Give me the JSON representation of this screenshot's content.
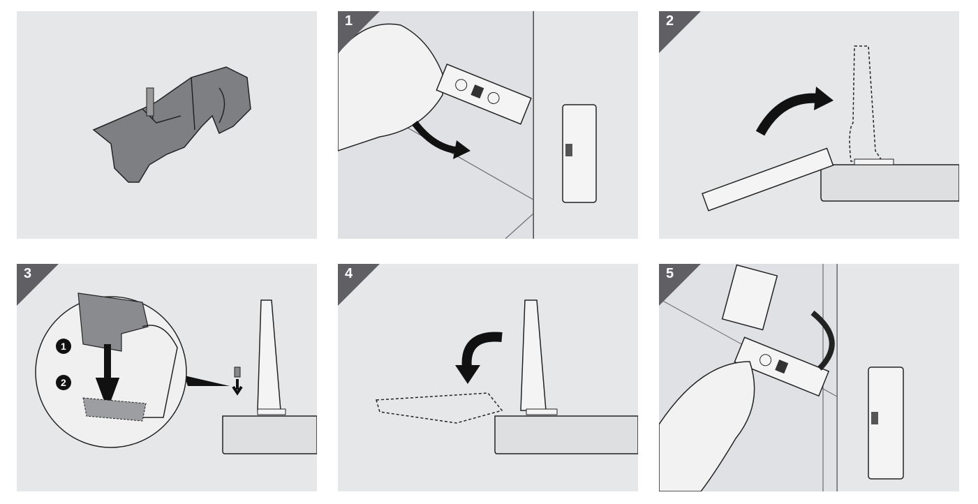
{
  "steps": [
    {
      "number": "",
      "description_icon": "hinge-clip-part"
    },
    {
      "number": "1",
      "description_icon": "hand-unclip-hinge"
    },
    {
      "number": "2",
      "description_icon": "hinge-rotate-up"
    },
    {
      "number": "3",
      "description_icon": "clip-insert-detail"
    },
    {
      "number": "4",
      "description_icon": "hinge-rotate-down"
    },
    {
      "number": "5",
      "description_icon": "hand-clip-hinge"
    }
  ],
  "callouts": {
    "one": "1",
    "two": "2"
  },
  "colors": {
    "panel_bg": "#e6e7e9",
    "badge": "#5f5f64",
    "part_gray": "#8a8b8f",
    "outline": "#1a1a1a"
  }
}
